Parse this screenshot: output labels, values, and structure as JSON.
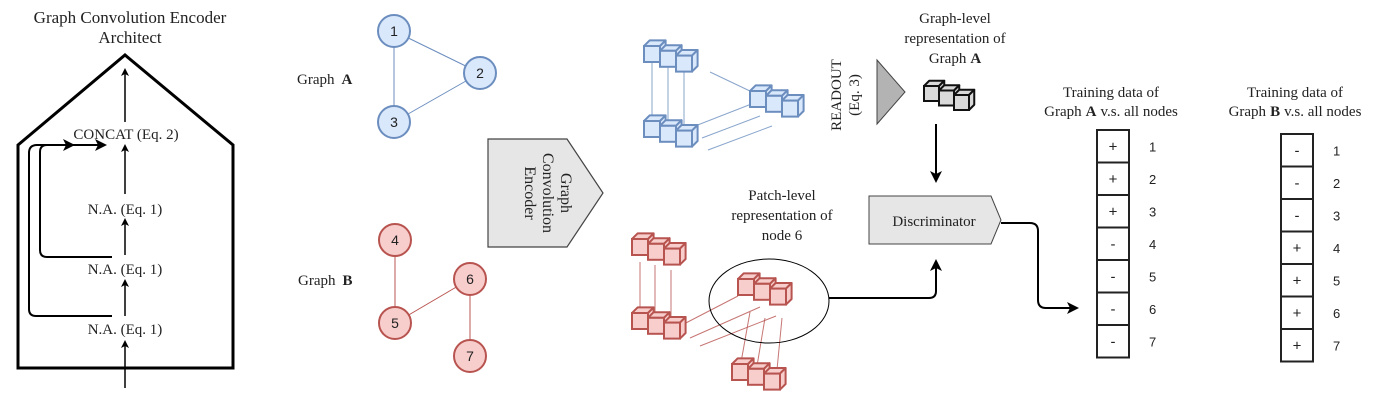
{
  "architecture": {
    "title_line1": "Graph Convolution Encoder",
    "title_line2": "Architect",
    "layers": [
      "CONCAT (Eq. 2)",
      "N.A. (Eq. 1)",
      "N.A. (Eq. 1)",
      "N.A. (Eq. 1)"
    ]
  },
  "graph_a": {
    "label_prefix": "Graph",
    "label_bold": "A",
    "nodes": [
      "1",
      "2",
      "3"
    ],
    "edges": [
      [
        "1",
        "2"
      ],
      [
        "1",
        "3"
      ],
      [
        "2",
        "3"
      ]
    ],
    "fill": "#dae8fc",
    "stroke": "#6c8ebf"
  },
  "graph_b": {
    "label_prefix": "Graph",
    "label_bold": "B",
    "nodes": [
      "4",
      "5",
      "6",
      "7"
    ],
    "edges": [
      [
        "4",
        "5"
      ],
      [
        "5",
        "6"
      ],
      [
        "6",
        "7"
      ]
    ],
    "fill": "#f8cecc",
    "stroke": "#b85450"
  },
  "encoder": {
    "line1": "Graph",
    "line2": "Convolution",
    "line3": "Encoder"
  },
  "readout": {
    "line1": "READOUT",
    "line2": "(Eq. 3)"
  },
  "graph_level": {
    "line1": "Graph-level",
    "line2": "representation of",
    "line3_prefix": "Graph",
    "line3_bold": "A"
  },
  "patch_level": {
    "line1": "Patch-level",
    "line2": "representation of",
    "line3": "node 6"
  },
  "discriminator": {
    "label": "Discriminator"
  },
  "training_a": {
    "title_line1": "Training data  of",
    "title_line2_prefix": "Graph",
    "title_line2_bold": "A",
    "title_line2_suffix": "v.s. all nodes",
    "labels": [
      "+",
      "+",
      "+",
      "-",
      "-",
      "-",
      "-"
    ],
    "nodes": [
      "1",
      "2",
      "3",
      "4",
      "5",
      "6",
      "7"
    ]
  },
  "training_b": {
    "title_line1": "Training data  of",
    "title_line2_prefix": "Graph",
    "title_line2_bold": "B",
    "title_line2_suffix": "v.s. all nodes",
    "labels": [
      "-",
      "-",
      "-",
      "+",
      "+",
      "+",
      "+"
    ],
    "nodes": [
      "1",
      "2",
      "3",
      "4",
      "5",
      "6",
      "7"
    ]
  },
  "colors": {
    "grey_fill": "#d9d9d9",
    "readout_fill": "#b3b3b3",
    "box_fill": "#e6e6e6"
  }
}
